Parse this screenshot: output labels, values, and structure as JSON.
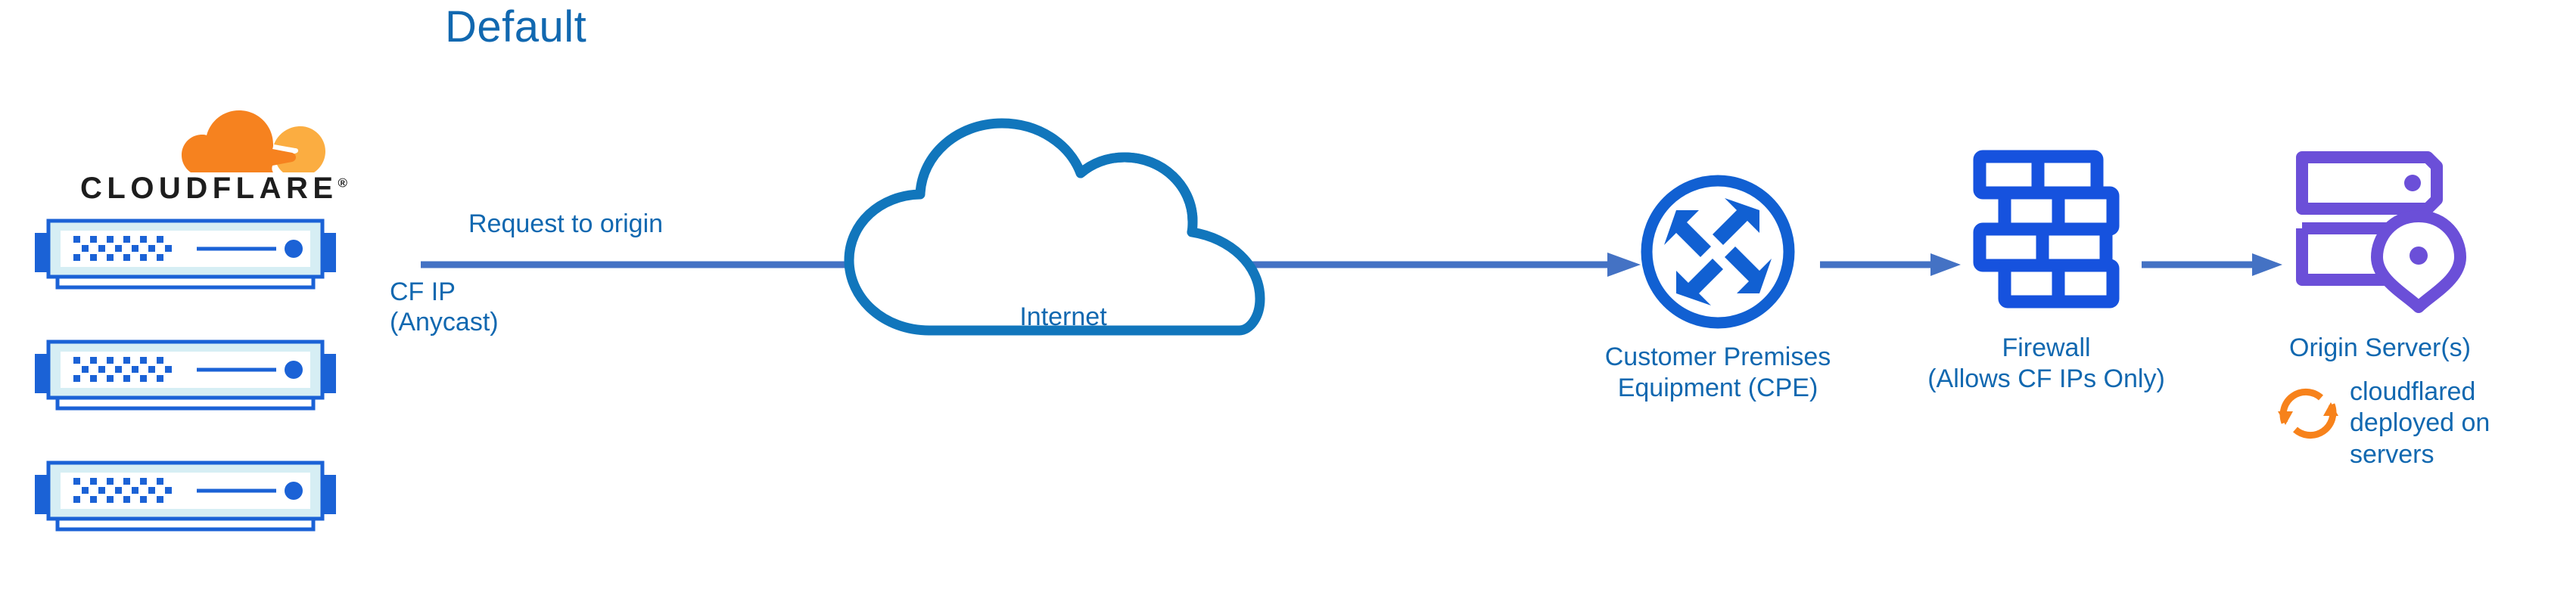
{
  "diagram": {
    "title": "Default",
    "type": "network-architecture-flow",
    "background": "#FFFFFF"
  },
  "colors": {
    "title_blue": "#1168B0",
    "label_blue": "#1168B0",
    "arrow_blue": "#4472C4",
    "cloud_outline_blue": "#1176BC",
    "icon_blue": "#1652DE",
    "router_blue": "#1160D2",
    "origin_purple": "#6B4FD8",
    "cloudflare_orange": "#F6821F",
    "cloudflare_orange_light": "#FBAD41",
    "cloudflared_orange": "#F7821B",
    "server_frame_blue": "#1B62D6",
    "server_fill_light": "#D6EEF4",
    "wordmark_black": "#1D1D1D"
  },
  "brand": {
    "logo_icon": "cloudflare-cloud-logo",
    "wordmark": "CLOUDFLARE",
    "registered_mark": "®"
  },
  "edge_nodes": {
    "name": "cloudflare-edge-servers",
    "count": 3,
    "items": [
      {
        "index": 1,
        "icon": "server-rack-icon"
      },
      {
        "index": 2,
        "icon": "server-rack-icon"
      },
      {
        "index": 3,
        "icon": "server-rack-icon"
      }
    ]
  },
  "flow": {
    "request_label": "Request to origin",
    "source_ip_label_line1": "CF IP",
    "source_ip_label_line2": "(Anycast)",
    "arrow_icon": "right-arrow-icon"
  },
  "internet": {
    "label": "Internet",
    "icon": "cloud-outline-icon"
  },
  "nodes": [
    {
      "id": "cpe",
      "icon": "router-icon",
      "caption_line1": "Customer Premises",
      "caption_line2": "Equipment (CPE)"
    },
    {
      "id": "firewall",
      "icon": "brick-wall-icon",
      "caption_line1": "Firewall",
      "caption_line2": "(Allows CF IPs Only)"
    },
    {
      "id": "origin",
      "icon": "server-with-pin-icon",
      "caption_line1": "Origin Server(s)",
      "caption_line2": ""
    }
  ],
  "cloudflared": {
    "icon": "sync-circular-arrows-icon",
    "line1": "cloudflared",
    "line2": "deployed on",
    "line3": "servers"
  }
}
